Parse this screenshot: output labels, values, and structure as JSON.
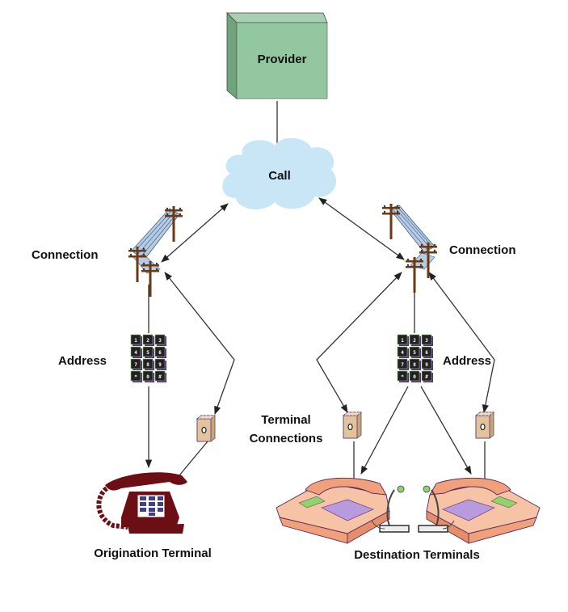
{
  "diagram": {
    "provider": {
      "label": "Provider",
      "color": "#93c79f"
    },
    "call": {
      "label": "Call",
      "color": "#c8e6f5"
    },
    "left": {
      "connection_label": "Connection",
      "address_label": "Address",
      "terminal_label": "Origination Terminal"
    },
    "right": {
      "connection_label": "Connection",
      "address_label": "Address",
      "terminal_label": "Destination Terminals"
    },
    "terminal_connections_label": [
      "Terminal",
      "Connections"
    ],
    "keypad_keys": [
      "1",
      "2",
      "3",
      "4",
      "5",
      "6",
      "7",
      "8",
      "9",
      "*",
      "0",
      "#"
    ],
    "colors": {
      "pole": "#6b3a12",
      "wire": "#4a6fa5",
      "origin_phone": "#6b0f14",
      "dest_phone": "#f0a07a",
      "terminal_box": "#e3c39b",
      "keypad": "#222222"
    }
  }
}
